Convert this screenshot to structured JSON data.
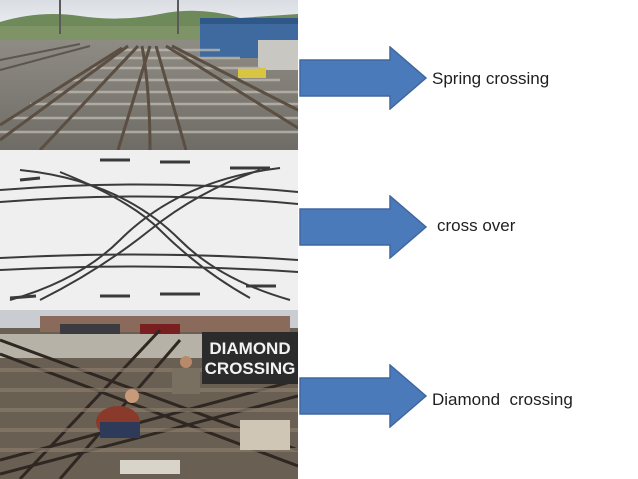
{
  "slide": {
    "rows": [
      {
        "label": "Spring crossing",
        "photo": "spring-crossing-photo"
      },
      {
        "label": "cross over",
        "photo": "cross-over-drawing"
      },
      {
        "label": "Diamond  crossing",
        "photo": "diamond-crossing-photo",
        "sign_lines": [
          "DIAMOND",
          "CROSSING"
        ]
      }
    ]
  },
  "colors": {
    "arrow": "#4a7ab9",
    "arrow_edge": "#41689f",
    "text": "#1f1f1f",
    "background": "#ffffff"
  }
}
